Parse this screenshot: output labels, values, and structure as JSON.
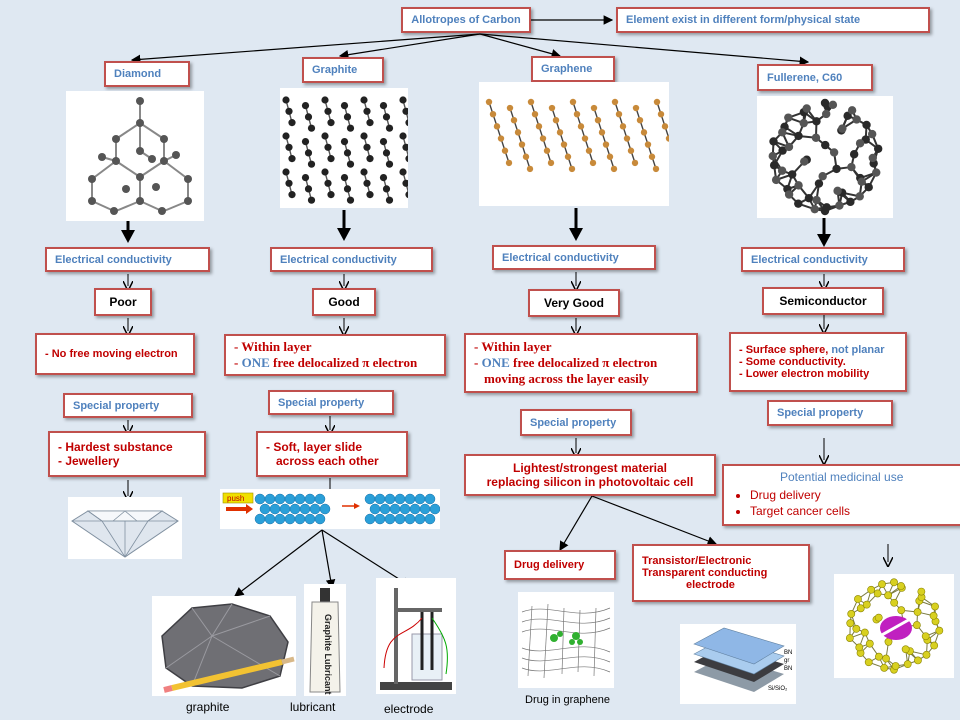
{
  "header": {
    "title": "Allotropes of Carbon",
    "definition": "Element exist in different form/physical state"
  },
  "columns": {
    "diamond": {
      "name": "Diamond",
      "conductivity_label": "Electrical conductivity",
      "conductivity": "Poor",
      "reason": "- No free moving electron",
      "special_label": "Special property",
      "special": [
        "- Hardest substance",
        "- Jewellery"
      ]
    },
    "graphite": {
      "name": "Graphite",
      "conductivity_label": "Electrical conductivity",
      "conductivity": "Good",
      "reason_1": "- Within layer",
      "reason_2_prefix": "- ",
      "reason_2_one": "ONE",
      "reason_2_rest": " free delocalized  π electron",
      "special_label": "Special property",
      "special": [
        "- Soft, layer slide",
        "across each other"
      ],
      "push_label": "push",
      "uses": [
        "graphite",
        "lubricant",
        "electrode"
      ],
      "tube_text": "Graphite Lubricant"
    },
    "graphene": {
      "name": "Graphene",
      "conductivity_label": "Electrical conductivity",
      "conductivity": "Very Good",
      "reason_1": "- Within layer",
      "reason_2_prefix": "- ",
      "reason_2_one": "ONE",
      "reason_2_rest": " free delocalized  π electron",
      "reason_3": "moving across the layer easily",
      "special_label": "Special property",
      "special": [
        "Lightest/strongest  material",
        "replacing silicon in photovoltaic cell"
      ],
      "drug_label": "Drug delivery",
      "drug_caption": "Drug in graphene",
      "transistor": [
        "Transistor/Electronic",
        "Transparent conducting",
        "electrode"
      ],
      "stack_labels": [
        "BN",
        "gr",
        "BN",
        "Si/SiO₂"
      ]
    },
    "fullerene": {
      "name": "Fullerene, C60",
      "conductivity_label": "Electrical conductivity",
      "conductivity": "Semiconductor",
      "reason_1_prefix": "- Surface sphere, ",
      "reason_1_blue": "not planar",
      "reason_2": "- Some conductivity.",
      "reason_3": "- Lower electron mobility",
      "special_label": "Special property",
      "medicinal_title": "Potential medicinal use",
      "medicinal_items": [
        "Drug  delivery",
        "Target cancer cells"
      ]
    }
  }
}
